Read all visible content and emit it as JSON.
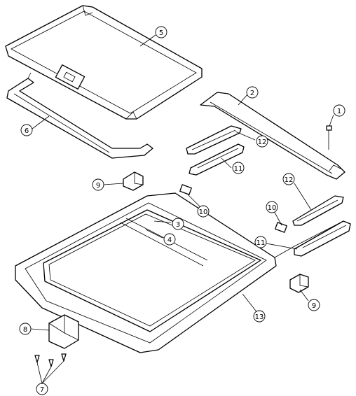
{
  "callouts": [
    {
      "id": "c1",
      "number": "1"
    },
    {
      "id": "c2",
      "number": "2"
    },
    {
      "id": "c3",
      "number": "3"
    },
    {
      "id": "c4",
      "number": "4"
    },
    {
      "id": "c5",
      "number": "5"
    },
    {
      "id": "c6",
      "number": "6"
    },
    {
      "id": "c7",
      "number": "7"
    },
    {
      "id": "c8",
      "number": "8"
    },
    {
      "id": "c9a",
      "number": "9"
    },
    {
      "id": "c9b",
      "number": "9"
    },
    {
      "id": "c10a",
      "number": "10"
    },
    {
      "id": "c10b",
      "number": "10"
    },
    {
      "id": "c11a",
      "number": "11"
    },
    {
      "id": "c11b",
      "number": "11"
    },
    {
      "id": "c12a",
      "number": "12"
    },
    {
      "id": "c12b",
      "number": "12"
    },
    {
      "id": "c13",
      "number": "13"
    }
  ]
}
